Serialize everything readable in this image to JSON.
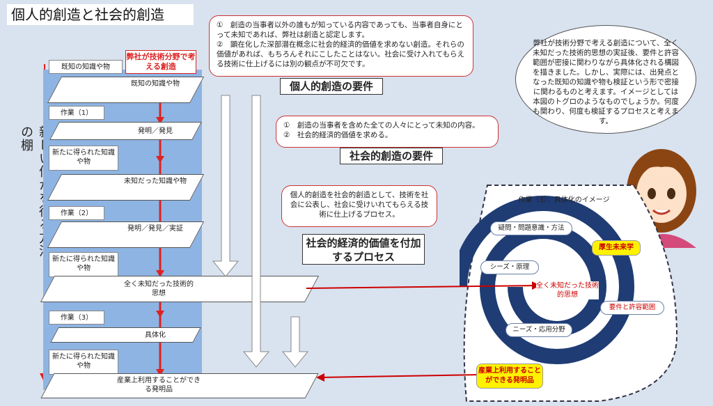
{
  "title": "個人的創造と社会的創造",
  "vertical_label": "新しい何かを得る方法の棚",
  "company_label": "弊社が技術分野で考える創造",
  "shelf": {
    "existing_label": "既知の知識や物",
    "work1": "作業（1）",
    "work2": "作業（2）",
    "work3": "作業（3）",
    "new1": "新たに得られた知識や物",
    "new2": "新たに得られた知識や物",
    "new3": "新たに得られた知識や物",
    "para_existing": "既知の知識や物",
    "para_discovery": "発明／発見",
    "para_unknown": "未知だった知識や物",
    "para_discovery2": "発明／発見／実証",
    "para_thought": "全く未知だった技術的思想",
    "para_concrete": "具体化",
    "para_product": "産業上利用することができる発明品"
  },
  "personal_box": {
    "line1": "①　創造の当事者以外の誰もが知っている内容であっても、当事者自身にとって未知であれば、弊社は創造と認定します。",
    "line2": "②　顕在化した深部潜在概念に社会的経済的価値を求めない創造。それらの価値があれば、もちろんそれにこしたことはない。社会に受け入れてもらえる技術に仕上げるには別の観点が不可欠です。"
  },
  "personal_label": "個人的創造の要件",
  "social_box": {
    "line1": "①　創造の当事者を含めた全ての人々にとって未知の内容。",
    "line2": "②　社会的経済的価値を求める。"
  },
  "social_label": "社会的創造の要件",
  "process_box": "個人的創造を社会的創造として、技術を社会に公表し、社会に受けいれてもらえる技術に仕上げるプロセス。",
  "process_label": "社会的経済的価値を付加するプロセス",
  "speech": "弊社が技術分野で考える創造について、全く未知だった技術的思想の実証後、要件と許容範囲が密接に関わりながら具体化される構図を描きました。しかし、実際には、出発点となった既知の知識や物も検証という形で密接に関わるものと考えます。イメージとしては本図のトグロのようなものでしょうか。何度も関わり、何度も検証するプロセスと考えます。",
  "spiral": {
    "title": "作業（3）：具体化のイメージ",
    "item1": "疑問・問題意識・方法",
    "item2": "シーズ・原理",
    "item3": "全く未知だった技術的思想",
    "item4": "要件と許容範囲",
    "item5": "ニーズ・応用分野",
    "badge1": "厚生未来学",
    "badge2": "産業上利用することができる発明品"
  },
  "colors": {
    "accent_red": "#dd2222",
    "shelf_blue": "#8eb4e3",
    "highlight_yellow": "#fff200"
  }
}
